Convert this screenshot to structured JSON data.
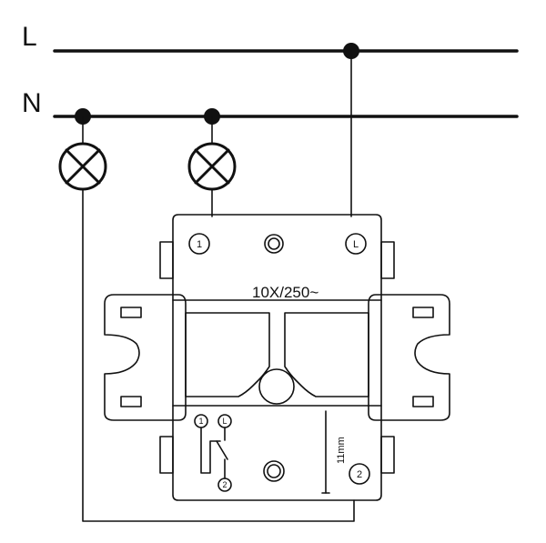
{
  "lines": {
    "live_label": "L",
    "neutral_label": "N"
  },
  "switch": {
    "rating": "10X/250~",
    "terminal_1": "1",
    "terminal_L": "L",
    "terminal_2": "2",
    "schematic_terminal_1": "1",
    "schematic_terminal_L": "L",
    "schematic_terminal_2": "2",
    "strip_length": "11mm"
  },
  "colors": {
    "stroke": "#111111",
    "background": "#ffffff"
  }
}
